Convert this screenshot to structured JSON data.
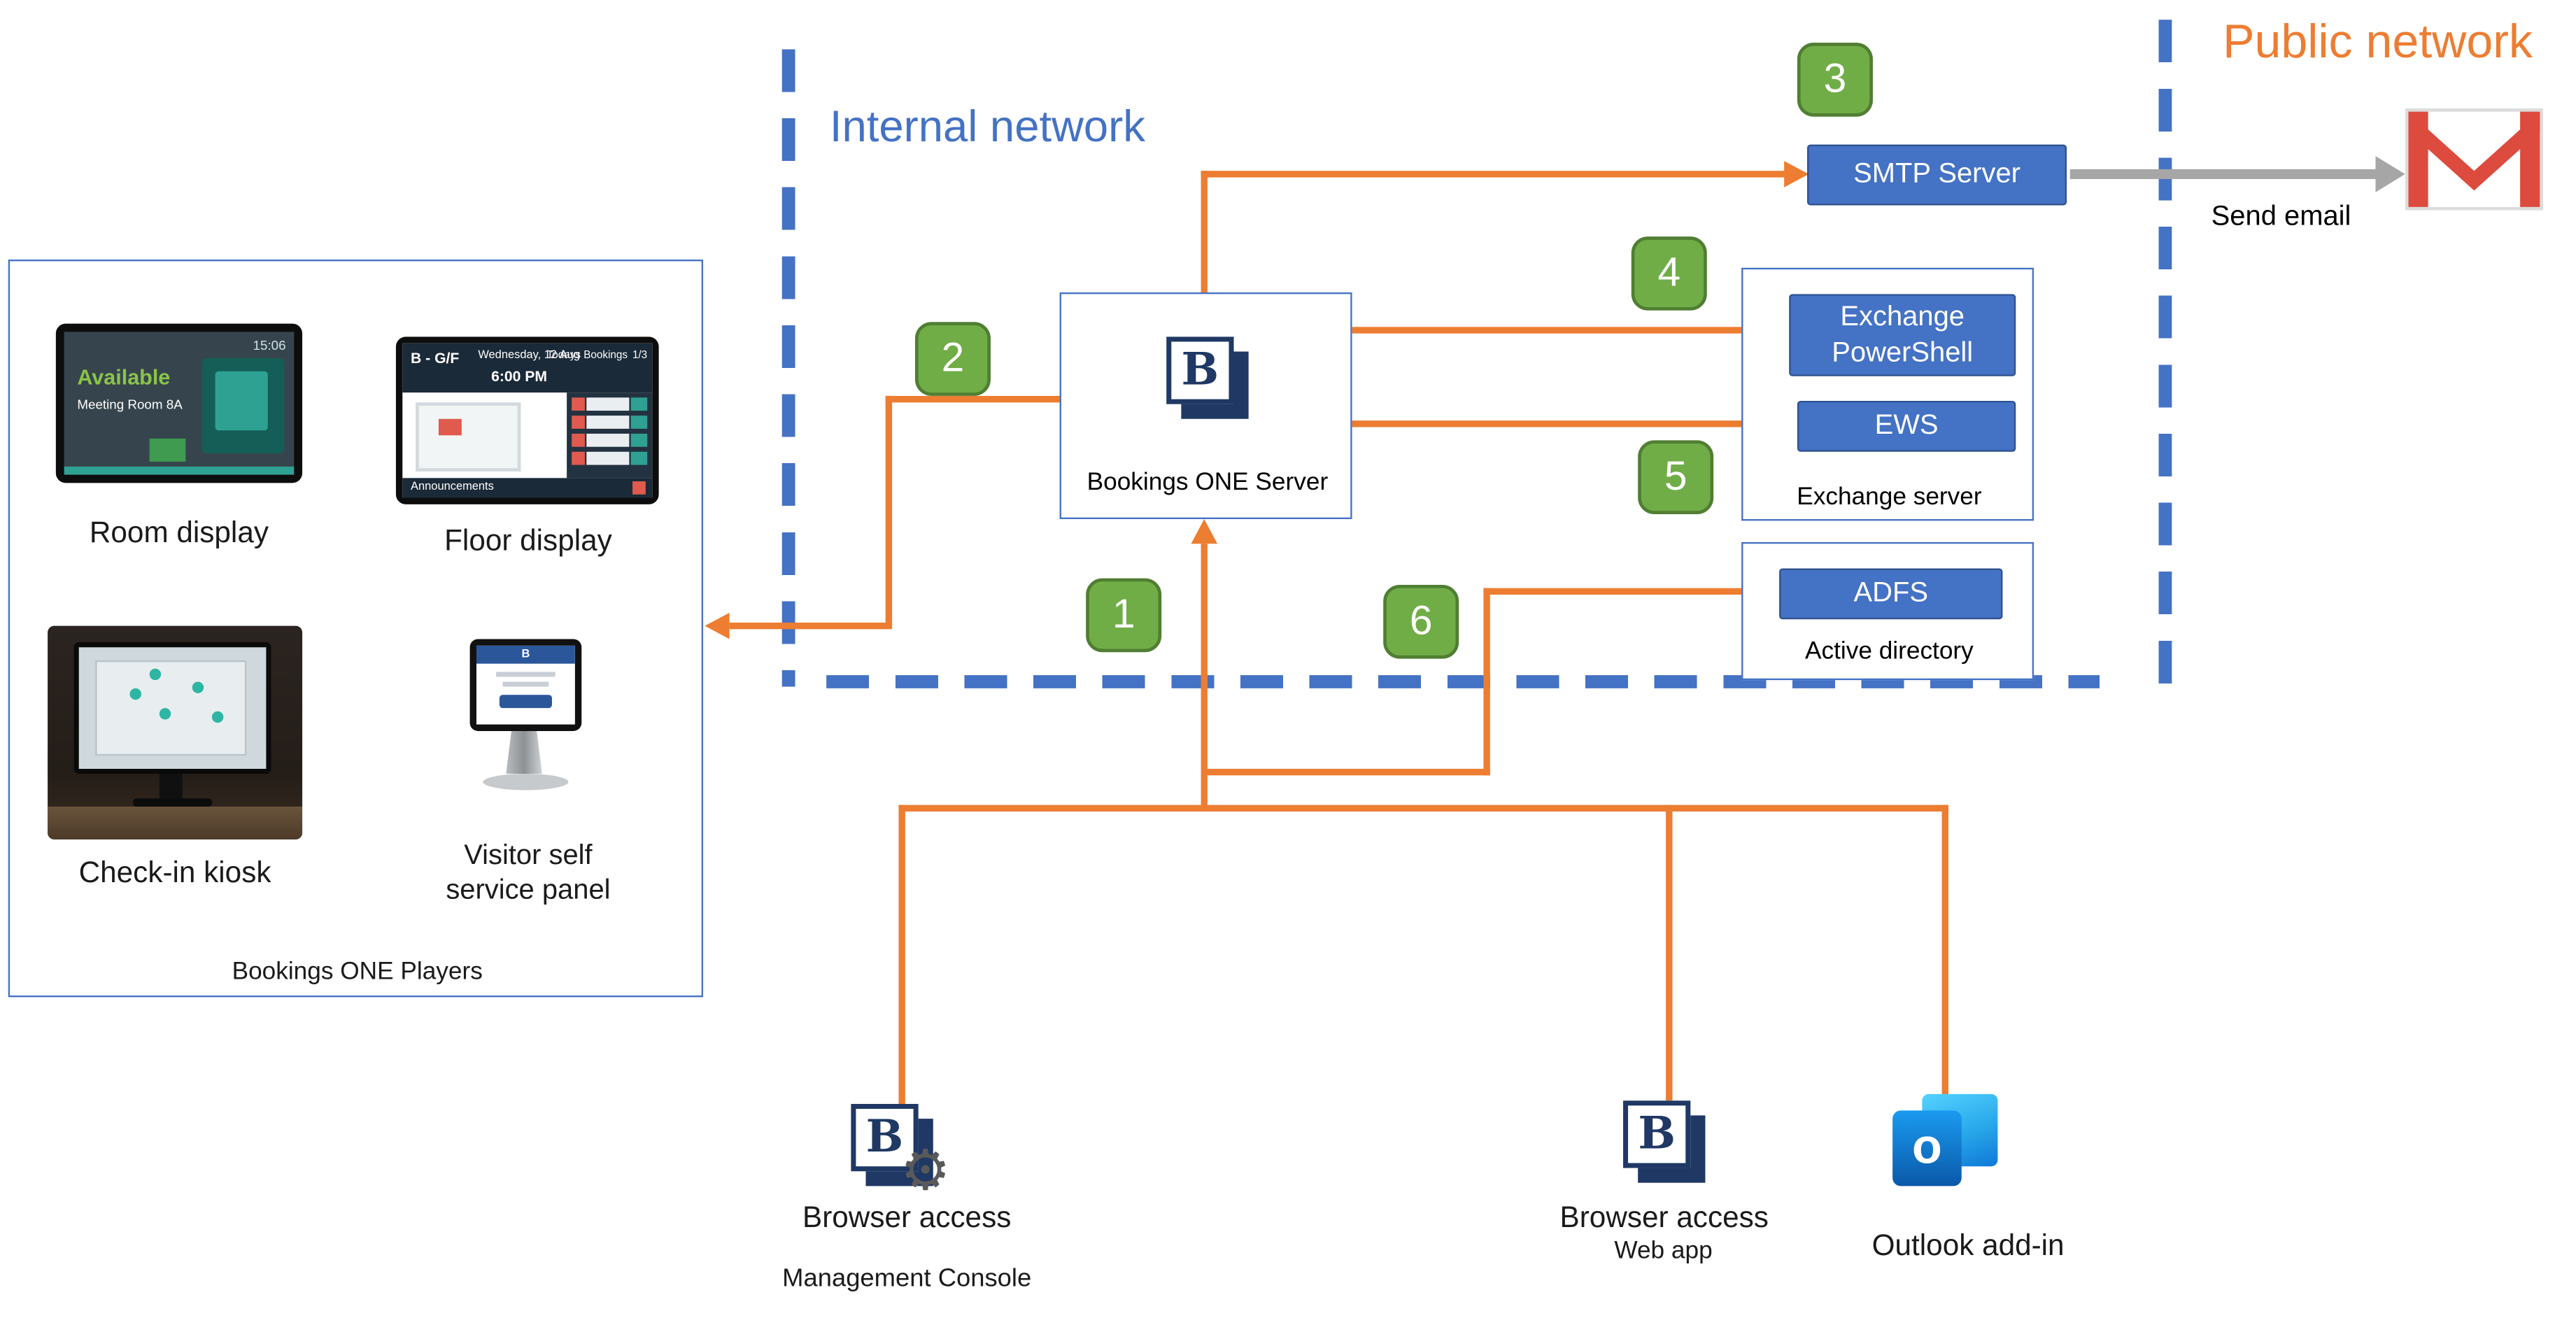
{
  "colors": {
    "accent_orange": "#ED7D31",
    "accent_blue": "#4472C4",
    "badge_green": "#70AD47",
    "logo_navy": "#1F3864",
    "arrow_gray": "#A6A6A6"
  },
  "internal_network_label": "Internal network",
  "public_network_label": "Public network",
  "send_email_label": "Send email",
  "logo_letter": "B",
  "icons": {
    "gear": "⚙"
  },
  "badges": [
    "1",
    "2",
    "3",
    "4",
    "5",
    "6"
  ],
  "server": {
    "label": "Bookings ONE Server"
  },
  "smtp": {
    "label": "SMTP Server"
  },
  "exchange": {
    "group_label": "Exchange server",
    "powershell": "Exchange PowerShell",
    "ews": "EWS"
  },
  "active_directory": {
    "group_label": "Active directory",
    "adfs": "ADFS"
  },
  "players": {
    "group_label": "Bookings ONE Players",
    "room_display_label": "Room display",
    "floor_display_label": "Floor display",
    "kiosk_label": "Check-in kiosk",
    "visitor_label_line1": "Visitor self",
    "visitor_label_line2": "service panel",
    "screens": {
      "room": {
        "time": "15:06",
        "status": "Available",
        "room": "Meeting Room 8A"
      },
      "floor": {
        "title": "B - G/F",
        "date": "Wednesday, 12 Aug",
        "time": "6:00 PM",
        "bookings": "Todays Bookings",
        "page": "1/3",
        "footer": "Announcements"
      }
    }
  },
  "clients": {
    "management": {
      "line1": "Browser access",
      "line2": "Management Console"
    },
    "webapp": {
      "line1": "Browser access",
      "line2": "Web app"
    },
    "outlook": {
      "label": "Outlook add-in",
      "letter": "o"
    }
  }
}
